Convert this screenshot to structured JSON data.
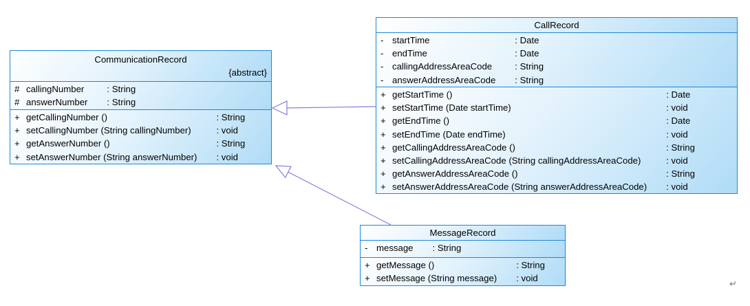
{
  "diagram": {
    "type": "uml-class-diagram",
    "background": "#ffffff",
    "box_border_color": "#1e86d8",
    "box_fill_top": "#ffffff",
    "box_fill_bottom": "#b0dcf7",
    "connector_color": "#8080e0",
    "text_color": "#000000",
    "return_mark": "↵"
  },
  "classes": [
    {
      "name": "CommunicationRecord",
      "stereotype": "{abstract}",
      "attributes": [
        {
          "vis": "#",
          "name": "callingNumber",
          "type": ": String"
        },
        {
          "vis": "#",
          "name": "answerNumber",
          "type": ": String"
        }
      ],
      "methods": [
        {
          "vis": "+",
          "name": "getCallingNumber ()",
          "type": ": String"
        },
        {
          "vis": "+",
          "name": "setCallingNumber (String callingNumber)",
          "type": ": void"
        },
        {
          "vis": "+",
          "name": "getAnswerNumber ()",
          "type": ": String"
        },
        {
          "vis": "+",
          "name": "setAnswerNumber (String answerNumber)",
          "type": ": void"
        }
      ]
    },
    {
      "name": "CallRecord",
      "stereotype": "",
      "attributes": [
        {
          "vis": "-",
          "name": "startTime",
          "type": ": Date"
        },
        {
          "vis": "-",
          "name": "endTime",
          "type": ": Date"
        },
        {
          "vis": "-",
          "name": "callingAddressAreaCode",
          "type": ": String"
        },
        {
          "vis": "-",
          "name": "answerAddressAreaCode",
          "type": ": String"
        }
      ],
      "methods": [
        {
          "vis": "+",
          "name": "getStartTime ()",
          "type": ": Date"
        },
        {
          "vis": "+",
          "name": "setStartTime (Date startTime)",
          "type": ": void"
        },
        {
          "vis": "+",
          "name": "getEndTime ()",
          "type": ": Date"
        },
        {
          "vis": "+",
          "name": "setEndTime (Date endTime)",
          "type": ": void"
        },
        {
          "vis": "+",
          "name": "getCallingAddressAreaCode ()",
          "type": ": String"
        },
        {
          "vis": "+",
          "name": "setCallingAddressAreaCode (String callingAddressAreaCode)",
          "type": ": void"
        },
        {
          "vis": "+",
          "name": "getAnswerAddressAreaCode ()",
          "type": ": String"
        },
        {
          "vis": "+",
          "name": "setAnswerAddressAreaCode (String answerAddressAreaCode)",
          "type": ": void"
        }
      ]
    },
    {
      "name": "MessageRecord",
      "stereotype": "",
      "attributes": [
        {
          "vis": "-",
          "name": "message",
          "type": ": String"
        }
      ],
      "methods": [
        {
          "vis": "+",
          "name": "getMessage ()",
          "type": ": String"
        },
        {
          "vis": "+",
          "name": "setMessage (String message)",
          "type": ": void"
        }
      ]
    }
  ],
  "relationships": [
    {
      "type": "generalization",
      "from": "CallRecord",
      "to": "CommunicationRecord"
    },
    {
      "type": "generalization",
      "from": "MessageRecord",
      "to": "CommunicationRecord"
    }
  ]
}
